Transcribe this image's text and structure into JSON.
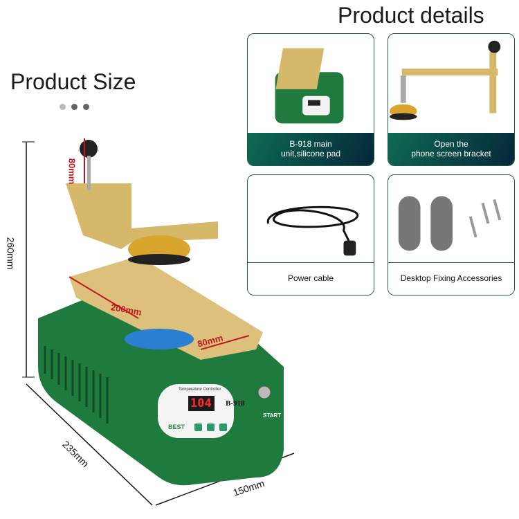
{
  "headings": {
    "details": "Product details",
    "size": "Product Size"
  },
  "carousel": {
    "dots": 3,
    "active": 2
  },
  "cards": [
    {
      "label": "B-918 main\nunit,silicone pad"
    },
    {
      "label": "Open the\nphone screen bracket"
    },
    {
      "label": "Power cable"
    },
    {
      "label": "Desktop Fixing Accessories"
    }
  ],
  "dimensions": {
    "height": "260mm",
    "depth": "235mm",
    "width": "150mm",
    "knob": "80mm",
    "plate_length": "200mm",
    "plate_width": "80mm"
  },
  "device": {
    "panel_title": "Temperature Controller",
    "display": "104",
    "model": "B-918",
    "brand": "BEST",
    "start_label": "START"
  },
  "colors": {
    "body_green": "#1f7a3e",
    "card_green": "#0d6b52",
    "gold": "#d6b86a",
    "display_red": "#ff2a2a"
  }
}
